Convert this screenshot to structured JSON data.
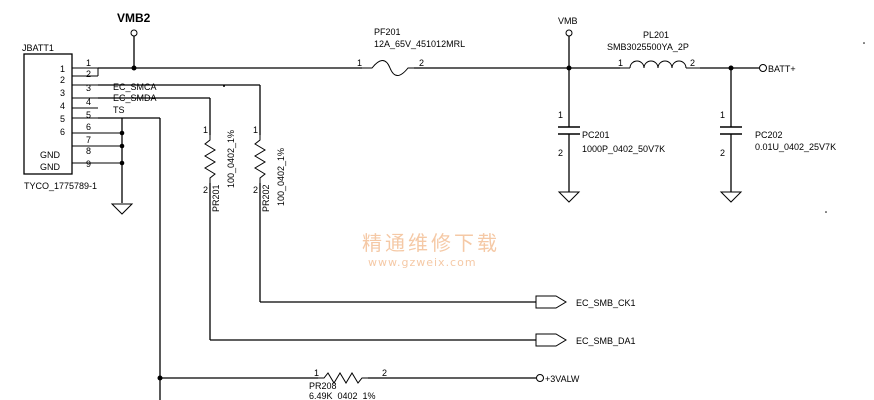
{
  "connector": {
    "ref": "JBATT1",
    "part": "TYCO_1775789-1",
    "pins": [
      "1",
      "2",
      "3",
      "4",
      "5",
      "6",
      "7",
      "8",
      "9"
    ],
    "pin_labels": [
      "GND",
      "GND"
    ],
    "signals": [
      "EC_SMCA",
      "EC_SMDA",
      "TS"
    ]
  },
  "nets": {
    "vmb2": "VMB2",
    "vmb": "VMB",
    "batt": "BATT+",
    "ck": "EC_SMB_CK1",
    "da": "EC_SMB_DA1",
    "valw": "+3VALW"
  },
  "components": {
    "pf201": {
      "ref": "PF201",
      "value": "12A_65V_451012MRL",
      "p1": "1",
      "p2": "2"
    },
    "pl201": {
      "ref": "PL201",
      "value": "SMB3025500YA_2P",
      "p1": "1",
      "p2": "2"
    },
    "pc201": {
      "ref": "PC201",
      "value": "1000P_0402_50V7K",
      "p1": "1",
      "p2": "2"
    },
    "pc202": {
      "ref": "PC202",
      "value": "0.01U_0402_25V7K",
      "p1": "1",
      "p2": "2"
    },
    "pr201": {
      "ref": "PR201",
      "value": "100_0402_1%",
      "p1": "1",
      "p2": "2"
    },
    "pr202": {
      "ref": "PR202",
      "value": "100_0402_1%",
      "p1": "1",
      "p2": "2"
    },
    "pr208": {
      "ref": "PR208",
      "value": "6.49K_0402_1%",
      "p1": "1",
      "p2": "2"
    }
  },
  "watermark": {
    "cn": "精通维修下载",
    "url": "www.gzweix.com"
  }
}
